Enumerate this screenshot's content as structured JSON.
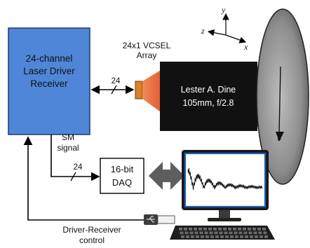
{
  "driver_box": {
    "line1": "24-channel",
    "line2": "Laser Driver",
    "line3": "Receiver",
    "fill": "#4f86d8"
  },
  "vcsel": {
    "label_line1": "24x1 VCSEL",
    "label_line2": "Array",
    "bus_count": "24",
    "chip_color": "#d9822b"
  },
  "lens": {
    "line1": "Lester A. Dine",
    "line2": "105mm, f/2.8",
    "beam_color": "#e8603a"
  },
  "axes": {
    "y": "y",
    "z": "z",
    "x": "x"
  },
  "sm_signal": {
    "line1": "SM",
    "line2": "signal",
    "bus_count": "24"
  },
  "daq": {
    "line1": "16-bit",
    "line2": "DAQ"
  },
  "control": {
    "line1": "Driver-Receiver",
    "line2": "control"
  },
  "monitor": {
    "screen_border": "#1f5fbf"
  }
}
